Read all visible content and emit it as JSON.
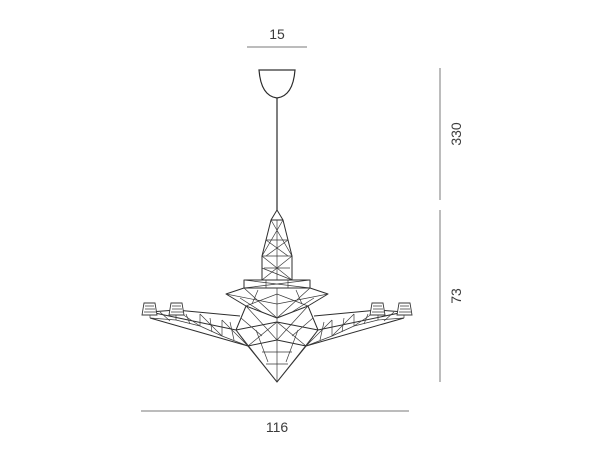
{
  "dimensions": {
    "canopy_width": "15",
    "cable_height": "330",
    "body_height": "73",
    "total_width": "116"
  }
}
